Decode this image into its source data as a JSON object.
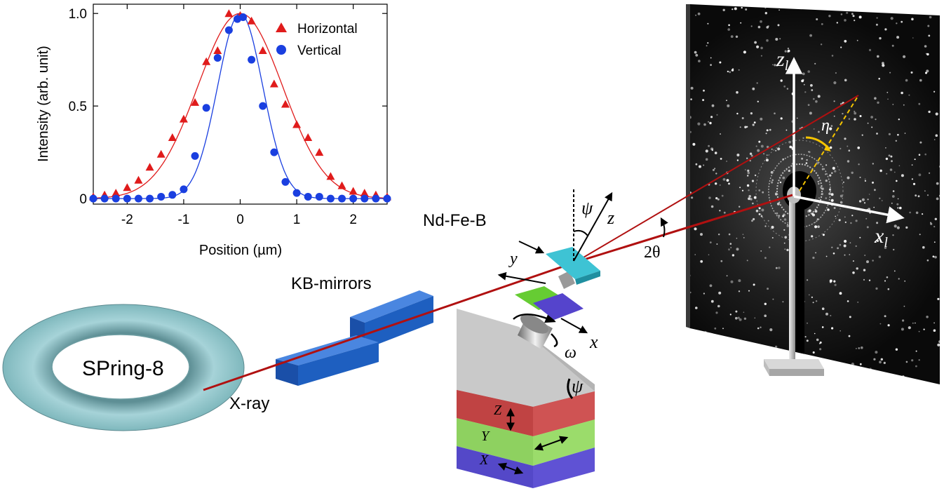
{
  "chart_data": {
    "type": "scatter",
    "xlabel": "Position (µm)",
    "ylabel": "Intensity (arb. unit)",
    "xlim": [
      -2.6,
      2.6
    ],
    "ylim": [
      -0.03,
      1.05
    ],
    "xticks": [
      "-2",
      "-1",
      "0",
      "1",
      "2"
    ],
    "xtick_values": [
      -2,
      -1,
      0,
      1,
      2
    ],
    "yticks": [
      "0",
      "0.5",
      "1.0"
    ],
    "ytick_values": [
      0,
      0.5,
      1.0
    ],
    "legend_position": "top-right",
    "series": [
      {
        "name": "Horizontal",
        "color": "#e01b1b",
        "marker": "triangle",
        "x": [
          -2.6,
          -2.4,
          -2.2,
          -2.0,
          -1.8,
          -1.6,
          -1.4,
          -1.2,
          -1.0,
          -0.8,
          -0.6,
          -0.4,
          -0.2,
          0.0,
          0.2,
          0.4,
          0.6,
          0.8,
          1.0,
          1.2,
          1.4,
          1.6,
          1.8,
          2.0,
          2.2,
          2.4,
          2.6
        ],
        "y": [
          0.01,
          0.02,
          0.03,
          0.06,
          0.1,
          0.17,
          0.24,
          0.33,
          0.43,
          0.52,
          0.74,
          0.8,
          1.0,
          0.99,
          0.96,
          0.8,
          0.62,
          0.51,
          0.4,
          0.33,
          0.25,
          0.12,
          0.07,
          0.04,
          0.03,
          0.02,
          0.01
        ],
        "fit_sigma": 0.75
      },
      {
        "name": "Vertical",
        "color": "#1a3fe0",
        "marker": "circle",
        "x": [
          -2.6,
          -2.4,
          -2.2,
          -2.0,
          -1.8,
          -1.6,
          -1.4,
          -1.2,
          -1.0,
          -0.8,
          -0.6,
          -0.4,
          -0.2,
          -0.05,
          0.05,
          0.2,
          0.4,
          0.6,
          0.8,
          1.0,
          1.2,
          1.4,
          1.6,
          1.8,
          2.0,
          2.2,
          2.4,
          2.6
        ],
        "y": [
          0.0,
          0.0,
          0.0,
          0.0,
          0.0,
          0.0,
          0.01,
          0.02,
          0.05,
          0.23,
          0.49,
          0.76,
          0.91,
          0.97,
          0.98,
          0.75,
          0.5,
          0.25,
          0.09,
          0.03,
          0.01,
          0.01,
          0.0,
          0.0,
          0.0,
          0.0,
          0.0,
          0.0
        ],
        "fit_sigma": 0.4
      }
    ]
  },
  "labels": {
    "spring8": "SPring-8",
    "xray": "X-ray",
    "kb_mirrors": "KB-mirrors",
    "sample": "Nd-Fe-B",
    "two_theta": "2θ",
    "psi": "ψ",
    "psi_stage": "ψ",
    "z": "z",
    "y": "y",
    "x": "x",
    "omega": "ω",
    "eta": "η",
    "zl_main": "z",
    "zl_sub": "l",
    "xl_main": "x",
    "xl_sub": "l",
    "stage_Z": "Z",
    "stage_Y": "Y",
    "stage_X": "X"
  },
  "colors": {
    "beam": "#b01010",
    "ring": "#8fc7cc",
    "kb": "#1e5fc0",
    "sample": "#3ec3d4",
    "green_plate": "#66cc33",
    "purple_plate": "#5544cc",
    "stage_gray": "#c9c9c9",
    "stage_red": "#c44747",
    "stage_green": "#8ed160",
    "stage_blue": "#5448c8",
    "detector": "#1b1b1b",
    "eta_line": "#f5c400"
  }
}
